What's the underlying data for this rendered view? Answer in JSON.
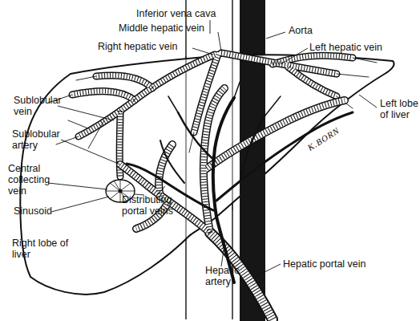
{
  "diagram": {
    "labels": [
      "Inferior vena cava",
      "Middle hepatic vein",
      "Right hepatic vein",
      "Aorta",
      "Left hepatic vein",
      "Left lobe of liver",
      "Sublobular vein",
      "Sublobular artery",
      "Central collecting vein",
      "Sinusoid",
      "Distributing portal veins",
      "Right lobe of liver",
      "Hepatic artery",
      "Hepatic portal vein",
      "K.BORN"
    ]
  }
}
